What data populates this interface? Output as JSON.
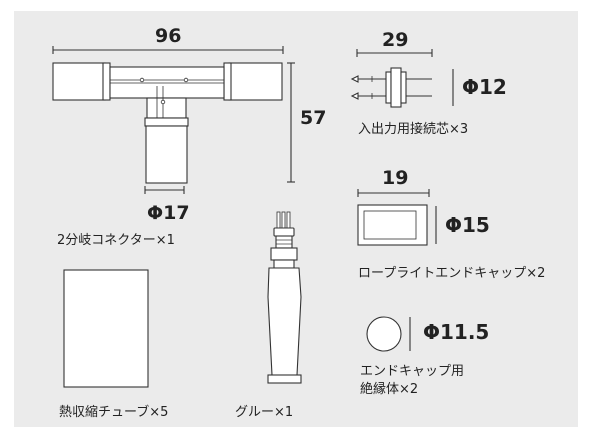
{
  "colors": {
    "background": "#ffffff",
    "panel": "#ebebeb",
    "line": "#333333",
    "part_fill": "#ffffff",
    "text": "#222222"
  },
  "tee_connector": {
    "width_dim": "96",
    "height_dim": "57",
    "diameter": "Φ17",
    "caption": "2分岐コネクター×1"
  },
  "input_output_pins": {
    "width_dim": "29",
    "diameter": "Φ12",
    "caption": "入出力用接続芯×3"
  },
  "rope_light_end_cap": {
    "width_dim": "19",
    "diameter": "Φ15",
    "caption": "ロープライトエンドキャップ×2"
  },
  "end_cap_insulator": {
    "diameter": "Φ11.5",
    "caption_line1": "エンドキャップ用",
    "caption_line2": "絶縁体×2"
  },
  "heat_shrink_tube": {
    "caption": "熱収縮チューブ×5"
  },
  "glue": {
    "caption": "グルー×1"
  }
}
